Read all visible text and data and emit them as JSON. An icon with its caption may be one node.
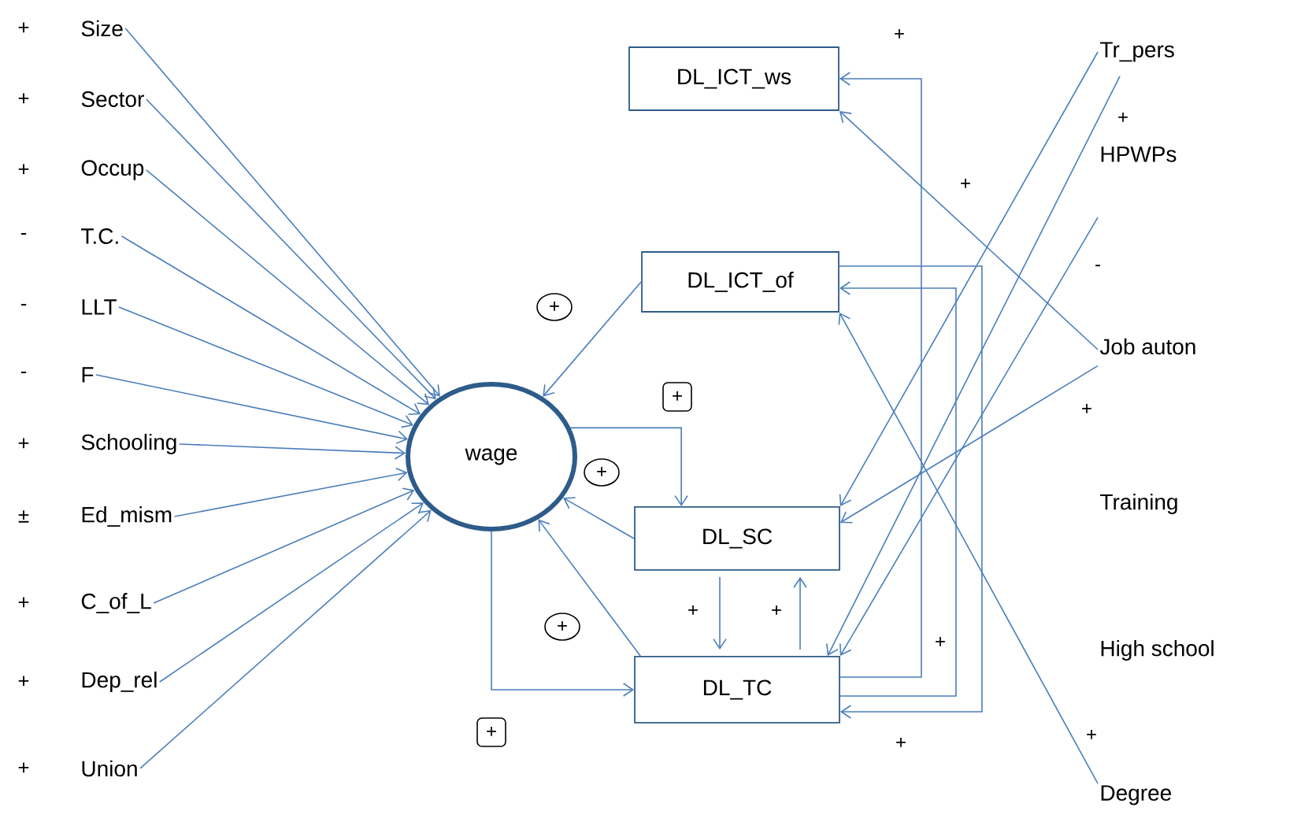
{
  "diagram": {
    "nodes": [
      {
        "text": [
          "Size"
        ],
        "beside": [
          "+"
        ]
      },
      {
        "text": [
          "Sector"
        ],
        "beside": [
          "+"
        ]
      },
      {
        "text": [
          "Occup"
        ],
        "beside": [
          "+"
        ]
      },
      {
        "text": [
          "T.C."
        ],
        "beside": [
          "-"
        ]
      },
      {
        "text": [
          "LLT"
        ],
        "beside": [
          "-"
        ]
      },
      {
        "text": [
          "F"
        ],
        "beside": [
          "-"
        ]
      },
      {
        "text": [
          "Schooling"
        ],
        "beside": [
          "+"
        ]
      },
      {
        "text": [
          "Ed_mism"
        ],
        "beside": [
          "±"
        ]
      },
      {
        "text": [
          "C_of_L"
        ],
        "beside": [
          "+"
        ]
      },
      {
        "text": [
          "Dep_rel"
        ],
        "beside": [
          "+"
        ]
      },
      {
        "text": [
          "Union"
        ],
        "beside": [
          "+"
        ]
      },
      {
        "text": [
          "wage"
        ]
      },
      {
        "text": [
          "DL_ICT_ws"
        ]
      },
      {
        "text": [
          "DL_ICT_of"
        ]
      },
      {
        "text": [
          "DL_SC"
        ]
      },
      {
        "text": [
          "DL_TC"
        ]
      },
      {
        "text": [
          "Tr_pers"
        ]
      },
      {
        "text": [
          "HPWPs"
        ]
      },
      {
        "text": [
          "Job auton"
        ]
      },
      {
        "text": [
          "Degree"
        ]
      }
    ],
    "edges": [
      {
        "from": 0,
        "to": 11,
        "arrow": "to"
      },
      {
        "from": 1,
        "to": 11,
        "arrow": "to"
      },
      {
        "from": 2,
        "to": 11,
        "arrow": "to"
      },
      {
        "from": 3,
        "to": 11,
        "arrow": "to"
      },
      {
        "from": 4,
        "to": 11,
        "arrow": "to"
      },
      {
        "from": 5,
        "to": 11,
        "arrow": "to"
      },
      {
        "from": 6,
        "to": 11,
        "arrow": "to"
      },
      {
        "from": 7,
        "to": 11,
        "arrow": "to"
      },
      {
        "from": 8,
        "to": 11,
        "arrow": "to"
      },
      {
        "from": 9,
        "to": 11,
        "arrow": "to"
      },
      {
        "from": 10,
        "to": 11,
        "arrow": "to"
      },
      {
        "from": 13,
        "to": 11,
        "arrow": "to",
        "label": "+"
      },
      {
        "from": 11,
        "to": 14,
        "arrow": "to",
        "label": "+"
      },
      {
        "from": 14,
        "to": 11,
        "arrow": "to",
        "label": "+"
      },
      {
        "from": 15,
        "to": 11,
        "arrow": "to",
        "label": "+"
      },
      {
        "from": 11,
        "to": 15,
        "arrow": "to",
        "label": "+"
      },
      {
        "from": 14,
        "to": 15,
        "arrow": "to",
        "label": "+"
      },
      {
        "from": 15,
        "to": 14,
        "arrow": "to",
        "label": "+"
      },
      {
        "from": 15,
        "to": 12,
        "arrow": "to",
        "label": "+"
      },
      {
        "from": 15,
        "to": 13,
        "arrow": "to",
        "label": "+"
      },
      {
        "from": 13,
        "to": 15,
        "arrow": "to",
        "label": "+"
      },
      {
        "from": 16,
        "to": 14,
        "arrow": "to",
        "label": "+"
      },
      {
        "from": 16,
        "to": 15,
        "arrow": "to",
        "label": "+"
      },
      {
        "from": 17,
        "to": 15,
        "arrow": "to",
        "label": "-"
      },
      {
        "from": 18,
        "to": 12,
        "arrow": "to"
      },
      {
        "from": 18,
        "to": 14,
        "arrow": "to",
        "label": "+"
      },
      {
        "from": 19,
        "to": 13,
        "arrow": "to",
        "label": "+"
      }
    ],
    "labels": [
      "Training",
      "High school"
    ]
  }
}
